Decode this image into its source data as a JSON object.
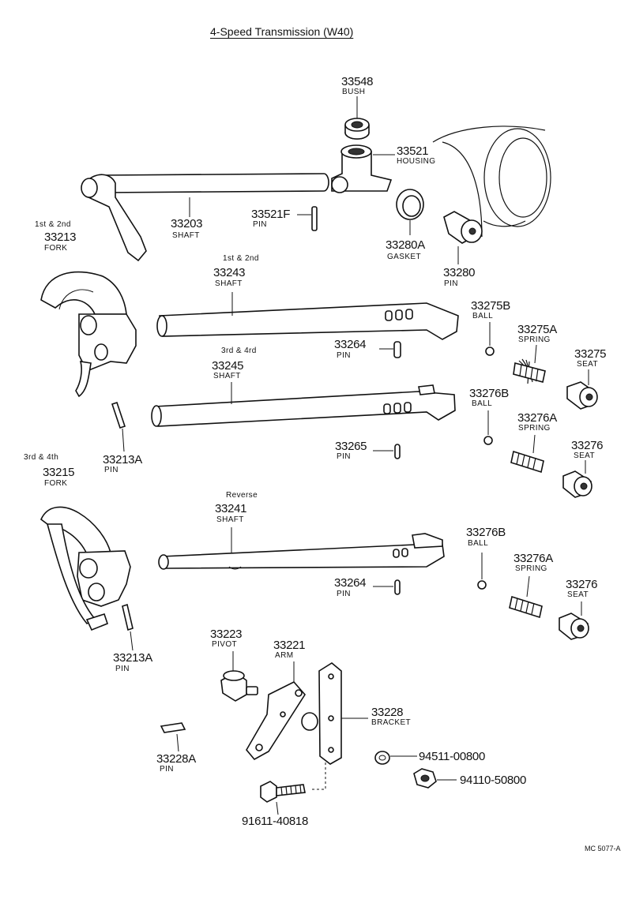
{
  "title": "4-Speed Transmission (W40)",
  "code": "MC 5077-A",
  "parts": [
    {
      "id": "33548",
      "num": "33548",
      "name": "BUSH"
    },
    {
      "id": "33521",
      "num": "33521",
      "name": "HOUSING"
    },
    {
      "id": "33203",
      "num": "33203",
      "name": "SHAFT"
    },
    {
      "id": "33521F",
      "num": "33521F",
      "name": "PIN"
    },
    {
      "id": "33280A",
      "num": "33280A",
      "name": "GASKET"
    },
    {
      "id": "33280",
      "num": "33280",
      "name": "PIN"
    },
    {
      "id": "33213",
      "num": "33213",
      "name": "FORK",
      "note": "1st & 2nd"
    },
    {
      "id": "33243",
      "num": "33243",
      "name": "SHAFT",
      "note": "1st & 2nd"
    },
    {
      "id": "33275B",
      "num": "33275B",
      "name": "BALL"
    },
    {
      "id": "33275A",
      "num": "33275A",
      "name": "SPRING"
    },
    {
      "id": "33275",
      "num": "33275",
      "name": "SEAT"
    },
    {
      "id": "33264a",
      "num": "33264",
      "name": "PIN"
    },
    {
      "id": "33245",
      "num": "33245",
      "name": "SHAFT",
      "note": "3rd & 4rd"
    },
    {
      "id": "33276Ba",
      "num": "33276B",
      "name": "BALL"
    },
    {
      "id": "33276Aa",
      "num": "33276A",
      "name": "SPRING"
    },
    {
      "id": "33276a",
      "num": "33276",
      "name": "SEAT"
    },
    {
      "id": "33213Aa",
      "num": "33213A",
      "name": "PIN"
    },
    {
      "id": "33265",
      "num": "33265",
      "name": "PIN"
    },
    {
      "id": "33215",
      "num": "33215",
      "name": "FORK",
      "note": "3rd & 4th"
    },
    {
      "id": "33241",
      "num": "33241",
      "name": "SHAFT",
      "note": "Reverse"
    },
    {
      "id": "33276Bb",
      "num": "33276B",
      "name": "BALL"
    },
    {
      "id": "33276Ab",
      "num": "33276A",
      "name": "SPRING"
    },
    {
      "id": "33276b",
      "num": "33276",
      "name": "SEAT"
    },
    {
      "id": "33264b",
      "num": "33264",
      "name": "PIN"
    },
    {
      "id": "33213Ab",
      "num": "33213A",
      "name": "PIN"
    },
    {
      "id": "33223",
      "num": "33223",
      "name": "PIVOT"
    },
    {
      "id": "33221",
      "num": "33221",
      "name": "ARM"
    },
    {
      "id": "33228",
      "num": "33228",
      "name": "BRACKET"
    },
    {
      "id": "94511",
      "num": "94511-00800",
      "name": ""
    },
    {
      "id": "94110",
      "num": "94110-50800",
      "name": ""
    },
    {
      "id": "33228A",
      "num": "33228A",
      "name": "PIN"
    },
    {
      "id": "91611",
      "num": "91611-40818",
      "name": ""
    }
  ]
}
